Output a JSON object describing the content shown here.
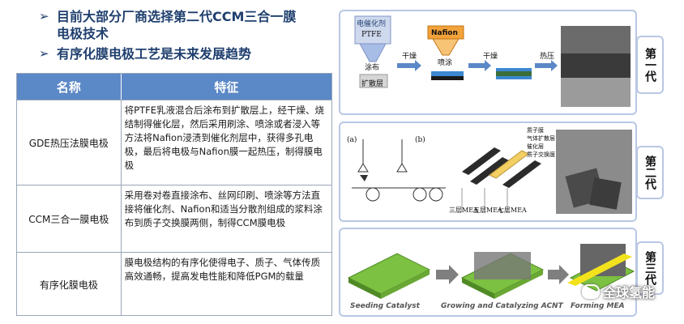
{
  "bullets": [
    "目前大部分厂商选择第二代CCM三合一膜电极技术",
    "有序化膜电极工艺是未来发展趋势"
  ],
  "table": {
    "headers": [
      "名称",
      "特征"
    ],
    "rows": [
      {
        "name": "GDE热压法膜电极",
        "feature": "将PTFE乳液混合后涂布到扩散层上，经干燥、烧结制得催化层，然后采用刷涂、喷涂或者浸入等方法将Nafion浸渍到催化剂层中，获得多孔电极，最后将电极与Nafion膜一起热压，制得膜电极"
      },
      {
        "name": "CCM三合一膜电极",
        "feature": "采用卷对卷直接涂布、丝网印刷、喷涂等方法直接将催化剂、Nafion和适当分散剂组成的浆料涂布到质子交换膜两侧，制得CCM膜电极"
      },
      {
        "name": "有序化膜电极",
        "feature": "膜电极结构的有序化使得电子、质子、气体传质高效通畅，提高发电性能和降低PGM的载量"
      }
    ]
  },
  "gen1": {
    "label_box1": "电催化剂",
    "label_ptfe": "PTFE",
    "label_coat": "涂布",
    "label_diffusion": "扩散层",
    "label_dry1": "干燥",
    "label_nafion": "Nafion",
    "label_spray": "喷涂",
    "label_dry2": "干燥",
    "label_press": "热压",
    "tag": "第一代"
  },
  "gen2": {
    "label_a": "(a)",
    "label_b": "(b)",
    "legend": [
      "质子膜",
      "气体扩散层",
      "催化层",
      "质子交换膜"
    ],
    "mea": [
      "三层MEA",
      "五层MEA",
      "七层MEA"
    ],
    "tag": "第二代"
  },
  "gen3": {
    "steps": [
      "Seeding Catalyst",
      "Growing and Catalyzing ACNT",
      "Forming MEA"
    ],
    "tag": "第三代"
  },
  "watermark": "全球氢能",
  "colors": {
    "header": "#5b88c6",
    "bullet": "#1f3f6e",
    "panel_border": "#b9c7e4"
  }
}
